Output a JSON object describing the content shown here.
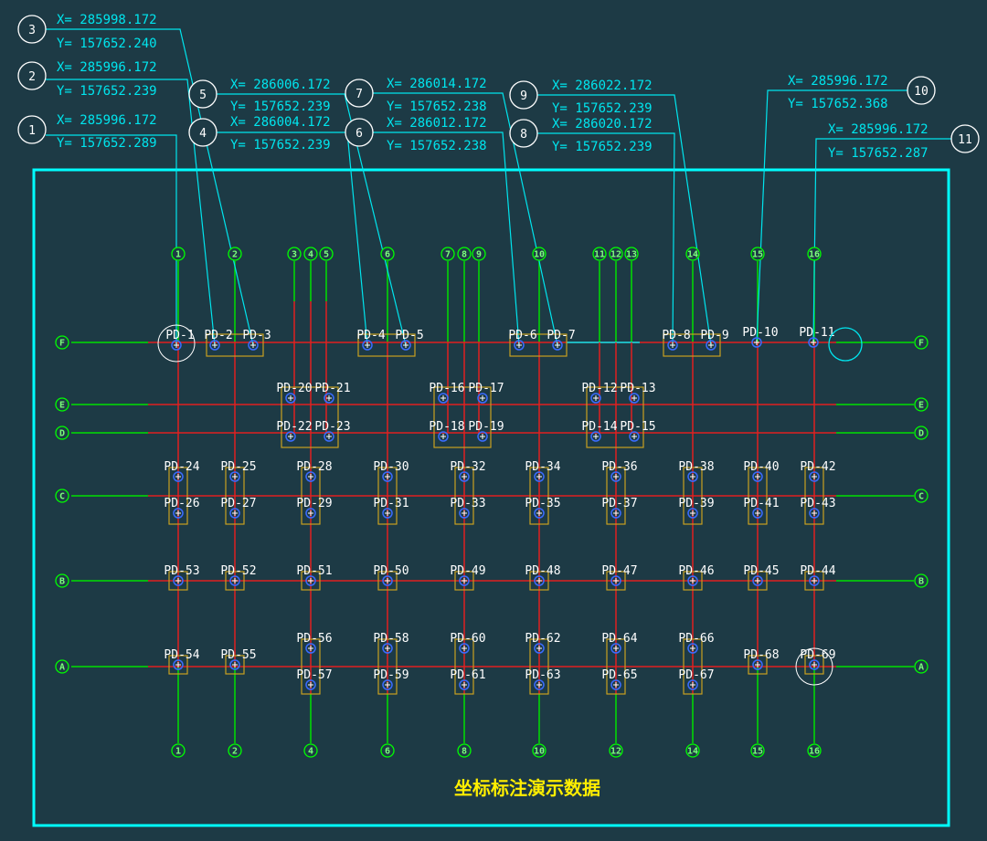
{
  "title": "坐标标注演示数据",
  "colors": {
    "background": "#1d3a45",
    "frame": "#00ffff",
    "grid_line": "#e02020",
    "axis_line": "#00e000",
    "axis_bubble": "#00ff00",
    "callout": "#00e5ee",
    "pile_box": "#c8a020",
    "pile_marker": "#3a6cff",
    "pd_label": "#ffffff",
    "title": "#ffee00"
  },
  "columns": [
    {
      "label": "1",
      "top": true,
      "bottom": true
    },
    {
      "label": "2",
      "top": true,
      "bottom": true
    },
    {
      "label": "3",
      "top": true,
      "bottom": false
    },
    {
      "label": "4",
      "top": true,
      "bottom": true
    },
    {
      "label": "5",
      "top": true,
      "bottom": false
    },
    {
      "label": "6",
      "top": true,
      "bottom": true
    },
    {
      "label": "7",
      "top": true,
      "bottom": false
    },
    {
      "label": "8",
      "top": true,
      "bottom": true
    },
    {
      "label": "9",
      "top": true,
      "bottom": false
    },
    {
      "label": "10",
      "top": true,
      "bottom": true
    },
    {
      "label": "11",
      "top": true,
      "bottom": false
    },
    {
      "label": "12",
      "top": true,
      "bottom": true
    },
    {
      "label": "13",
      "top": true,
      "bottom": false
    },
    {
      "label": "14",
      "top": true,
      "bottom": true
    },
    {
      "label": "15",
      "top": true,
      "bottom": true
    },
    {
      "label": "16",
      "top": true,
      "bottom": true
    }
  ],
  "rows": [
    "F",
    "E",
    "D",
    "C",
    "B",
    "A"
  ],
  "piles": [
    "PD-1",
    "PD-2",
    "PD-3",
    "PD-4",
    "PD-5",
    "PD-6",
    "PD-7",
    "PD-8",
    "PD-9",
    "PD-10",
    "PD-11",
    "PD-20",
    "PD-21",
    "PD-16",
    "PD-17",
    "PD-12",
    "PD-13",
    "PD-22",
    "PD-23",
    "PD-18",
    "PD-19",
    "PD-14",
    "PD-15",
    "PD-24",
    "PD-25",
    "PD-28",
    "PD-30",
    "PD-32",
    "PD-34",
    "PD-36",
    "PD-38",
    "PD-40",
    "PD-42",
    "PD-26",
    "PD-27",
    "PD-29",
    "PD-31",
    "PD-33",
    "PD-35",
    "PD-37",
    "PD-39",
    "PD-41",
    "PD-43",
    "PD-53",
    "PD-52",
    "PD-51",
    "PD-50",
    "PD-49",
    "PD-48",
    "PD-47",
    "PD-46",
    "PD-45",
    "PD-44",
    "PD-56",
    "PD-58",
    "PD-60",
    "PD-62",
    "PD-64",
    "PD-66",
    "PD-54",
    "PD-55",
    "PD-68",
    "PD-69",
    "PD-57",
    "PD-59",
    "PD-61",
    "PD-63",
    "PD-65",
    "PD-67"
  ],
  "callouts": [
    {
      "num": "1",
      "x": "X= 285996.172",
      "y": "Y= 157652.289"
    },
    {
      "num": "2",
      "x": "X= 285996.172",
      "y": "Y= 157652.239"
    },
    {
      "num": "3",
      "x": "X= 285998.172",
      "y": "Y= 157652.240"
    },
    {
      "num": "4",
      "x": "X= 286004.172",
      "y": "Y= 157652.239"
    },
    {
      "num": "5",
      "x": "X= 286006.172",
      "y": "Y= 157652.239"
    },
    {
      "num": "6",
      "x": "X= 286012.172",
      "y": "Y= 157652.238"
    },
    {
      "num": "7",
      "x": "X= 286014.172",
      "y": "Y= 157652.238"
    },
    {
      "num": "8",
      "x": "X= 286020.172",
      "y": "Y= 157652.239"
    },
    {
      "num": "9",
      "x": "X= 286022.172",
      "y": "Y= 157652.239"
    },
    {
      "num": "10",
      "x": "X= 285996.172",
      "y": "Y= 157652.368"
    },
    {
      "num": "11",
      "x": "X= 285996.172",
      "y": "Y= 157652.287"
    }
  ]
}
